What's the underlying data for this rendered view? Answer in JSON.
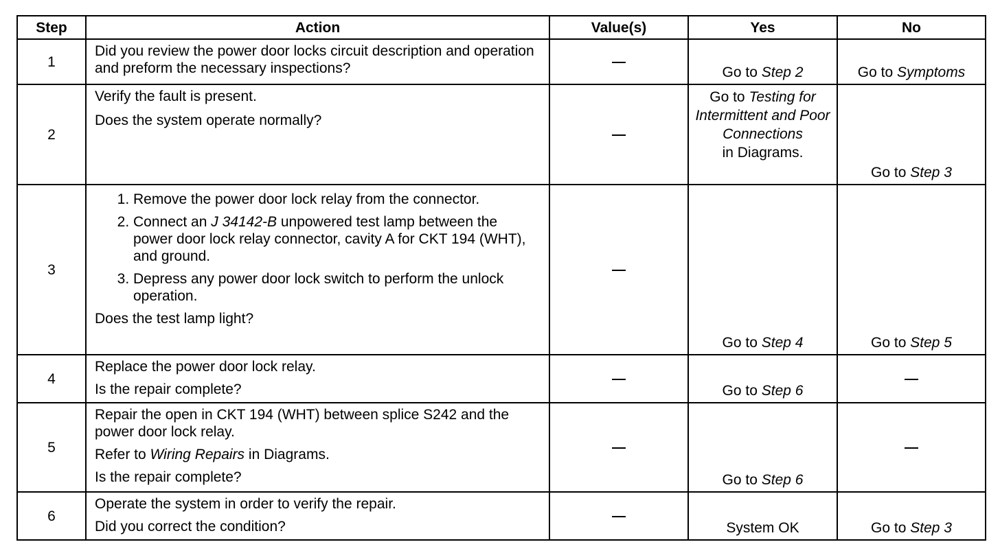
{
  "headers": {
    "step": "Step",
    "action": "Action",
    "values": "Value(s)",
    "yes": "Yes",
    "no": "No"
  },
  "dash": "—",
  "rows": [
    {
      "step": "1",
      "action": [
        "Did you review the power door locks circuit description and operation and preform the necessary inspections?"
      ],
      "yes_prefix": "Go to",
      "yes_link": "Step 2",
      "no_prefix": "Go to",
      "no_link": "Symptoms"
    },
    {
      "step": "2",
      "action": [
        "Verify the fault is present.",
        "Does the system operate normally?"
      ],
      "yes_prefix": "Go to",
      "yes_link": "Testing for Intermittent and Poor Connections",
      "yes_suffix": "in Diagrams.",
      "no_prefix": "Go to",
      "no_link": "Step 3"
    },
    {
      "step": "3",
      "steps": [
        "Remove the power door lock relay from the connector.",
        {
          "pre": "Connect an",
          "tool": "J 34142-B",
          "post": "unpowered test lamp between the power door lock relay connector, cavity A for CKT 194 (WHT), and ground."
        },
        "Depress any power door lock switch to perform the unlock operation."
      ],
      "question": "Does the test lamp light?",
      "yes_prefix": "Go to",
      "yes_link": "Step 4",
      "no_prefix": "Go to",
      "no_link": "Step 5"
    },
    {
      "step": "4",
      "action": [
        "Replace the power door lock relay.",
        "Is the repair complete?"
      ],
      "yes_prefix": "Go to",
      "yes_link": "Step 6"
    },
    {
      "step": "5",
      "action_1": "Repair the open in CKT 194 (WHT) between splice S242 and the power door lock relay.",
      "refer_pre": "Refer to",
      "refer_link": "Wiring Repairs",
      "refer_post": "in Diagrams.",
      "question": "Is the repair complete?",
      "yes_prefix": "Go to",
      "yes_link": "Step 6"
    },
    {
      "step": "6",
      "action": [
        "Operate the system in order to verify the repair.",
        "Did you correct the condition?"
      ],
      "yes_text": "System OK",
      "no_prefix": "Go to",
      "no_link": "Step 3"
    }
  ]
}
